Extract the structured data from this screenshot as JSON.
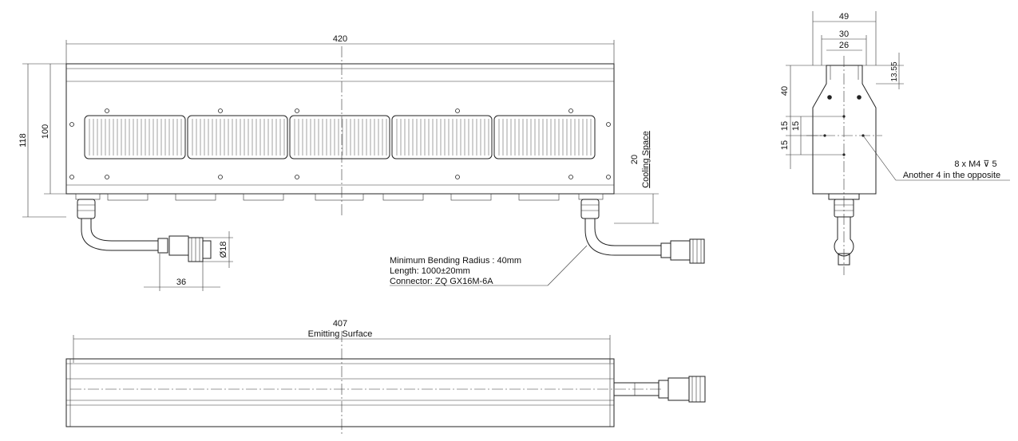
{
  "front_view": {
    "dims": {
      "length": "420",
      "height_outer": "118",
      "height_inner": "100",
      "cooling_value": "20",
      "cooling_label": "Cooling Space",
      "connector_offset": "36",
      "connector_dia": "Ø18"
    },
    "callout": {
      "line1": "Minimum Bending Radius : 40mm",
      "line2": "Length: 1000±20mm",
      "line3": "Connector: ZQ GX16M-6A"
    }
  },
  "side_view": {
    "dims": {
      "width_outer": "49",
      "width_mid": "30",
      "width_inner": "26",
      "top_offset": "13.55",
      "height_40": "40",
      "spacing_a": "15",
      "spacing_b": "15",
      "spacing_c": "15"
    },
    "callout": {
      "line1": "8 x M4 ⊽ 5",
      "line2": "Another 4 in the opposite"
    }
  },
  "bottom_view": {
    "dims": {
      "length": "407",
      "label": "Emitting Surface"
    }
  }
}
